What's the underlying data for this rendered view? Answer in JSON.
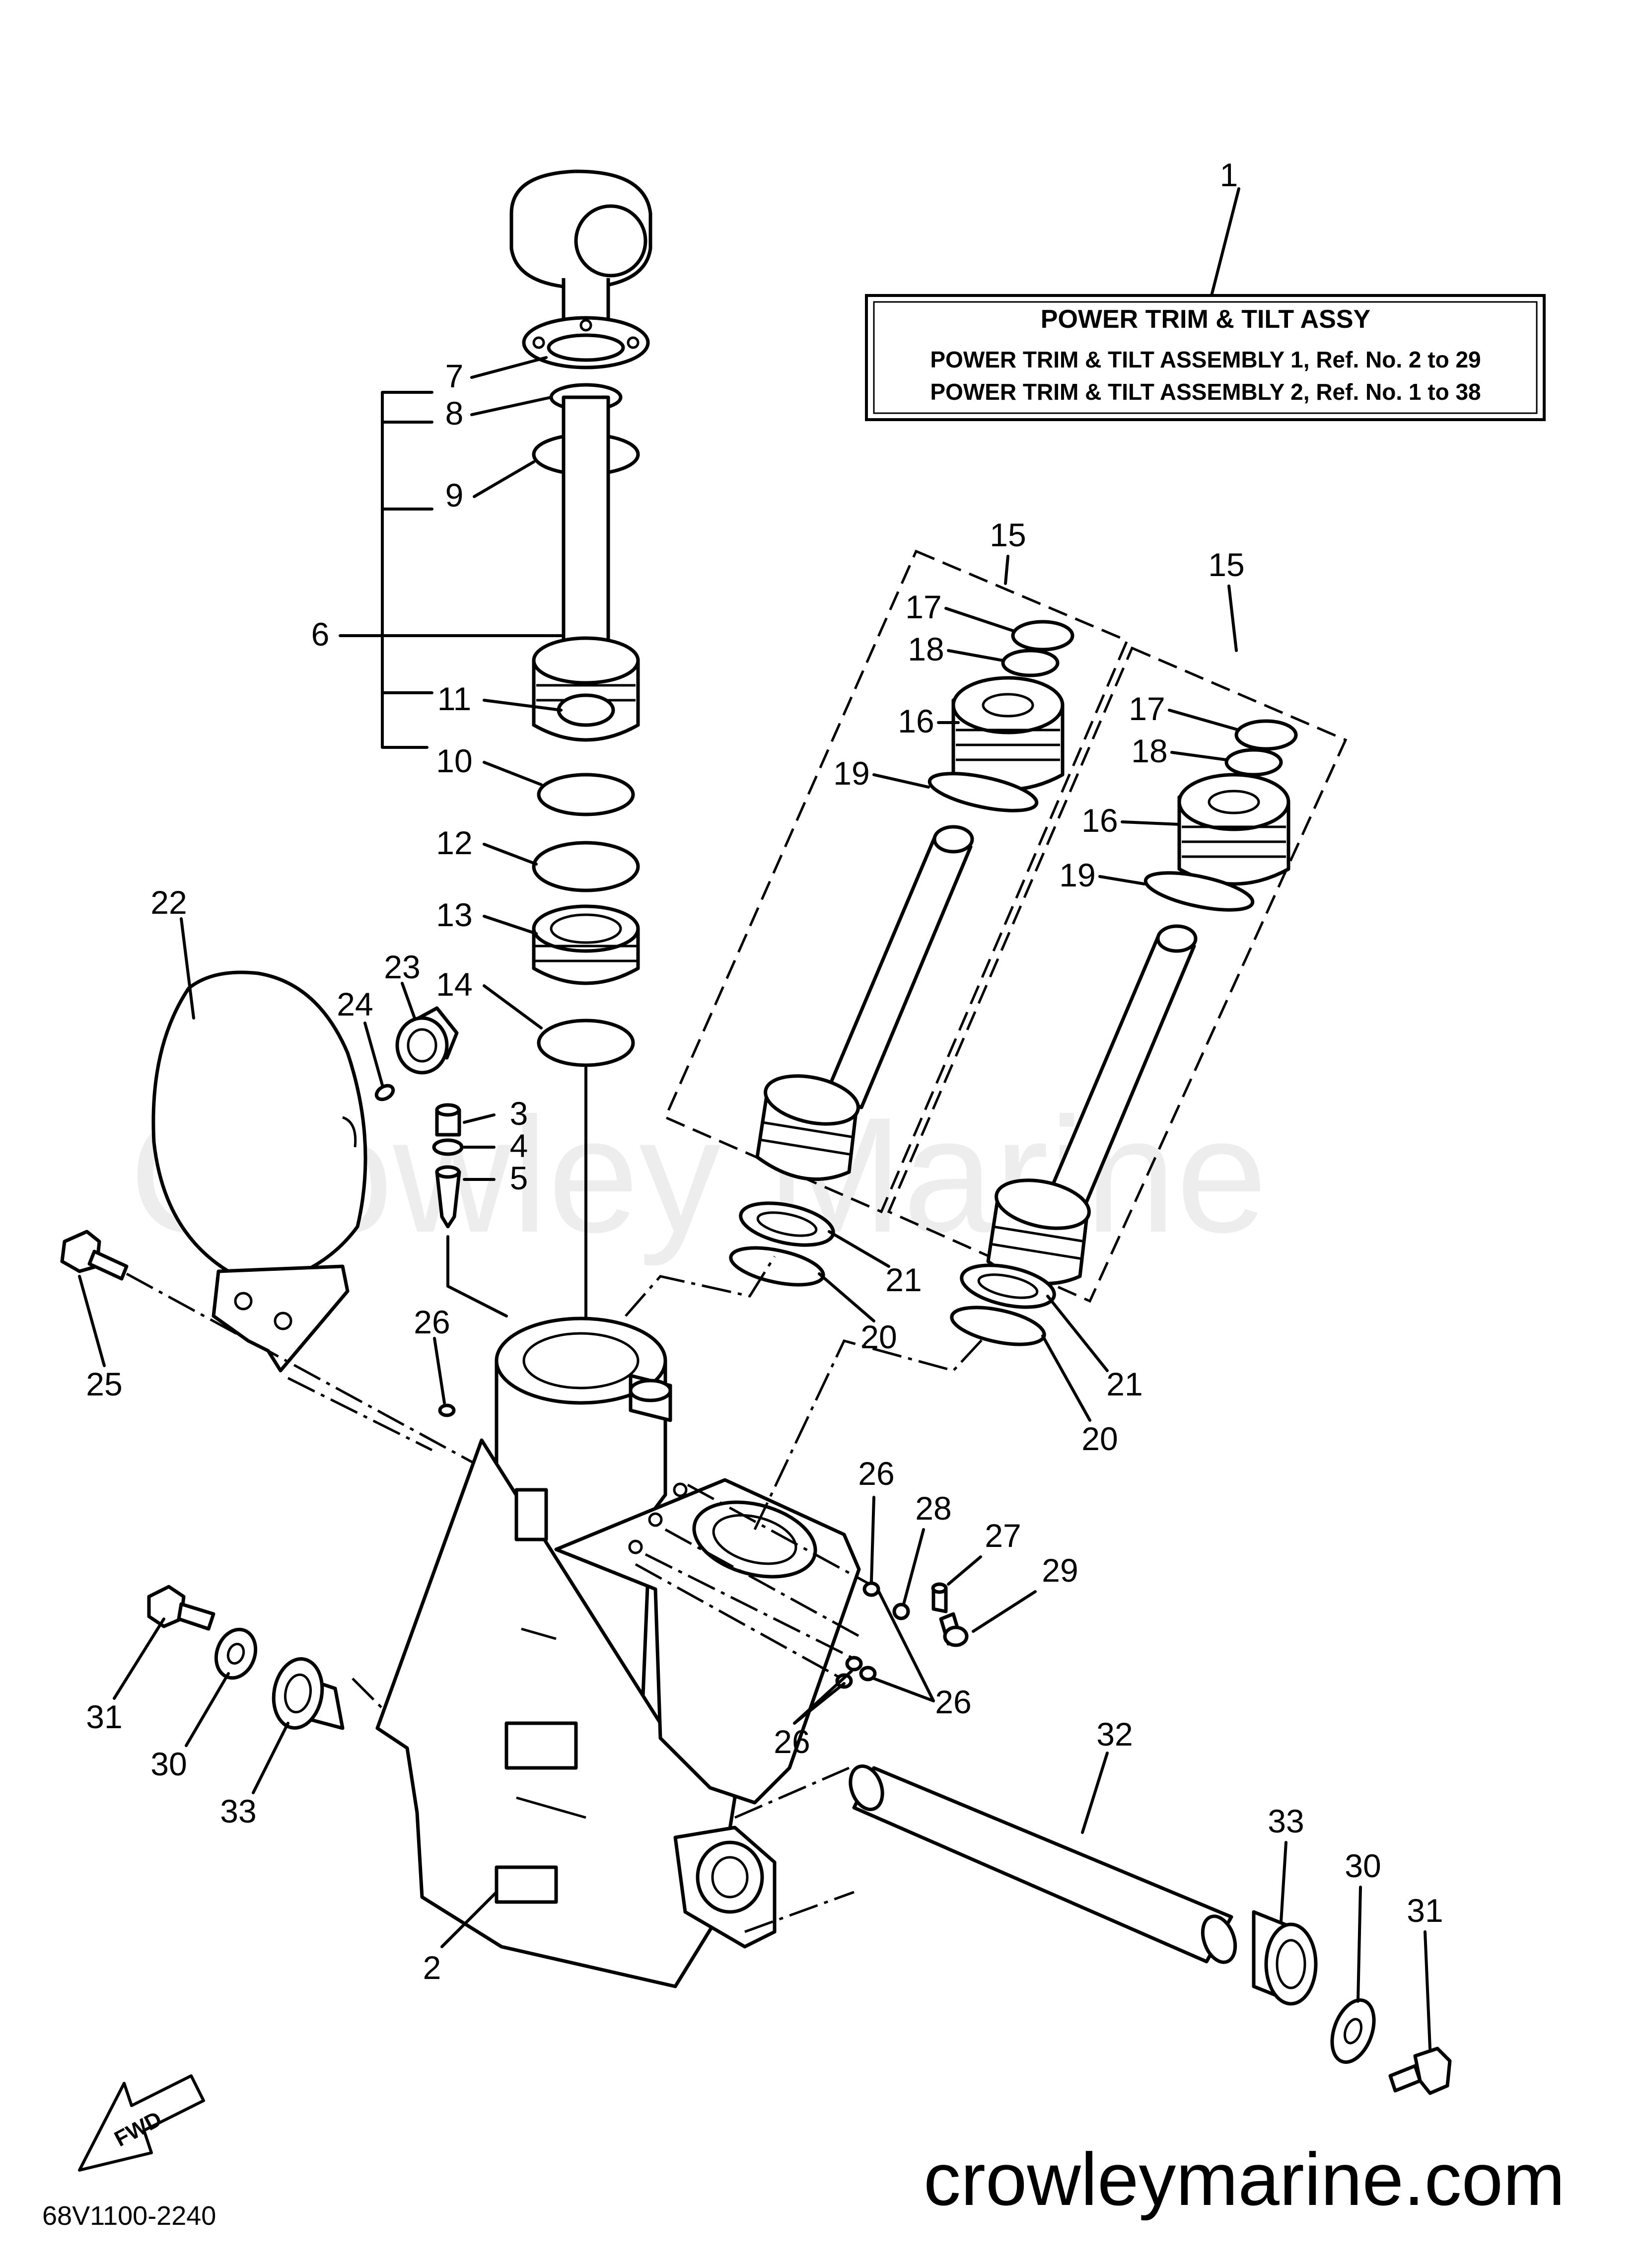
{
  "callout_box": {
    "ref_number": "1",
    "title": "POWER TRIM & TILT ASSY",
    "line1": "POWER TRIM & TILT ASSEMBLY 1, Ref. No. 2 to 29",
    "line2": "POWER TRIM & TILT ASSEMBLY 2, Ref. No. 1 to 38"
  },
  "part_labels": {
    "p2": "2",
    "p3": "3",
    "p4": "4",
    "p5": "5",
    "p6": "6",
    "p7": "7",
    "p8": "8",
    "p9": "9",
    "p10": "10",
    "p11": "11",
    "p12": "12",
    "p13": "13",
    "p14": "14",
    "p15a": "15",
    "p15b": "15",
    "p16a": "16",
    "p16b": "16",
    "p17a": "17",
    "p17b": "17",
    "p18a": "18",
    "p18b": "18",
    "p19a": "19",
    "p19b": "19",
    "p20a": "20",
    "p20b": "20",
    "p21a": "21",
    "p21b": "21",
    "p22": "22",
    "p23": "23",
    "p24": "24",
    "p25": "25",
    "p26a": "26",
    "p26b": "26",
    "p26c": "26",
    "p26d": "26",
    "p27": "27",
    "p28": "28",
    "p29": "29",
    "p30a": "30",
    "p30b": "30",
    "p31a": "31",
    "p31b": "31",
    "p32": "32",
    "p33a": "33",
    "p33b": "33"
  },
  "watermark": "Crowley Marine",
  "footer": {
    "diagram_code": "68V1100-2240",
    "website": "crowleymarine.com",
    "direction_badge": "FWD"
  }
}
